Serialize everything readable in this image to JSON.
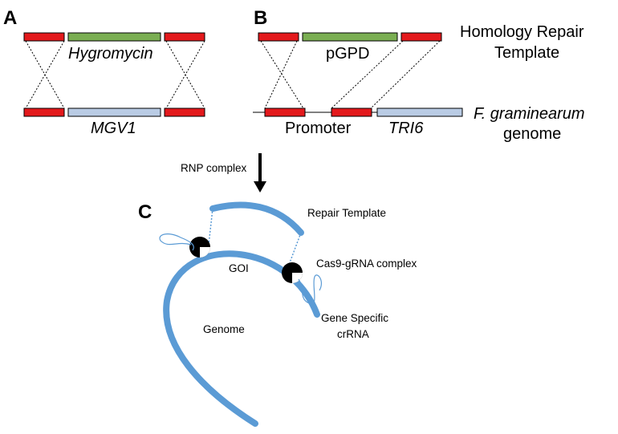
{
  "panels": {
    "a": "A",
    "b": "B",
    "c": "C"
  },
  "panel_a": {
    "template_gene": "Hygromycin",
    "genome_gene": "MGV1"
  },
  "panel_b": {
    "template_gene": "pGPD",
    "promoter": "Promoter",
    "genome_gene": "TRI6"
  },
  "side_labels": {
    "template_line1": "Homology Repair",
    "template_line2": "Template",
    "organism": "F. graminearum",
    "genome": "genome"
  },
  "flow_label": "RNP complex",
  "panel_c": {
    "repair_template": "Repair Template",
    "goi": "GOI",
    "cas9": "Cas9-gRNA complex",
    "genome": "Genome",
    "crna_line1": "Gene Specific",
    "crna_line2": "crRNA"
  },
  "colors": {
    "homology_arm": "#e3191c",
    "marker_green": "#7aae52",
    "gene_blue": "#b9cbe4",
    "dna_strand": "#5b9bd5",
    "cas9": "#000000"
  }
}
